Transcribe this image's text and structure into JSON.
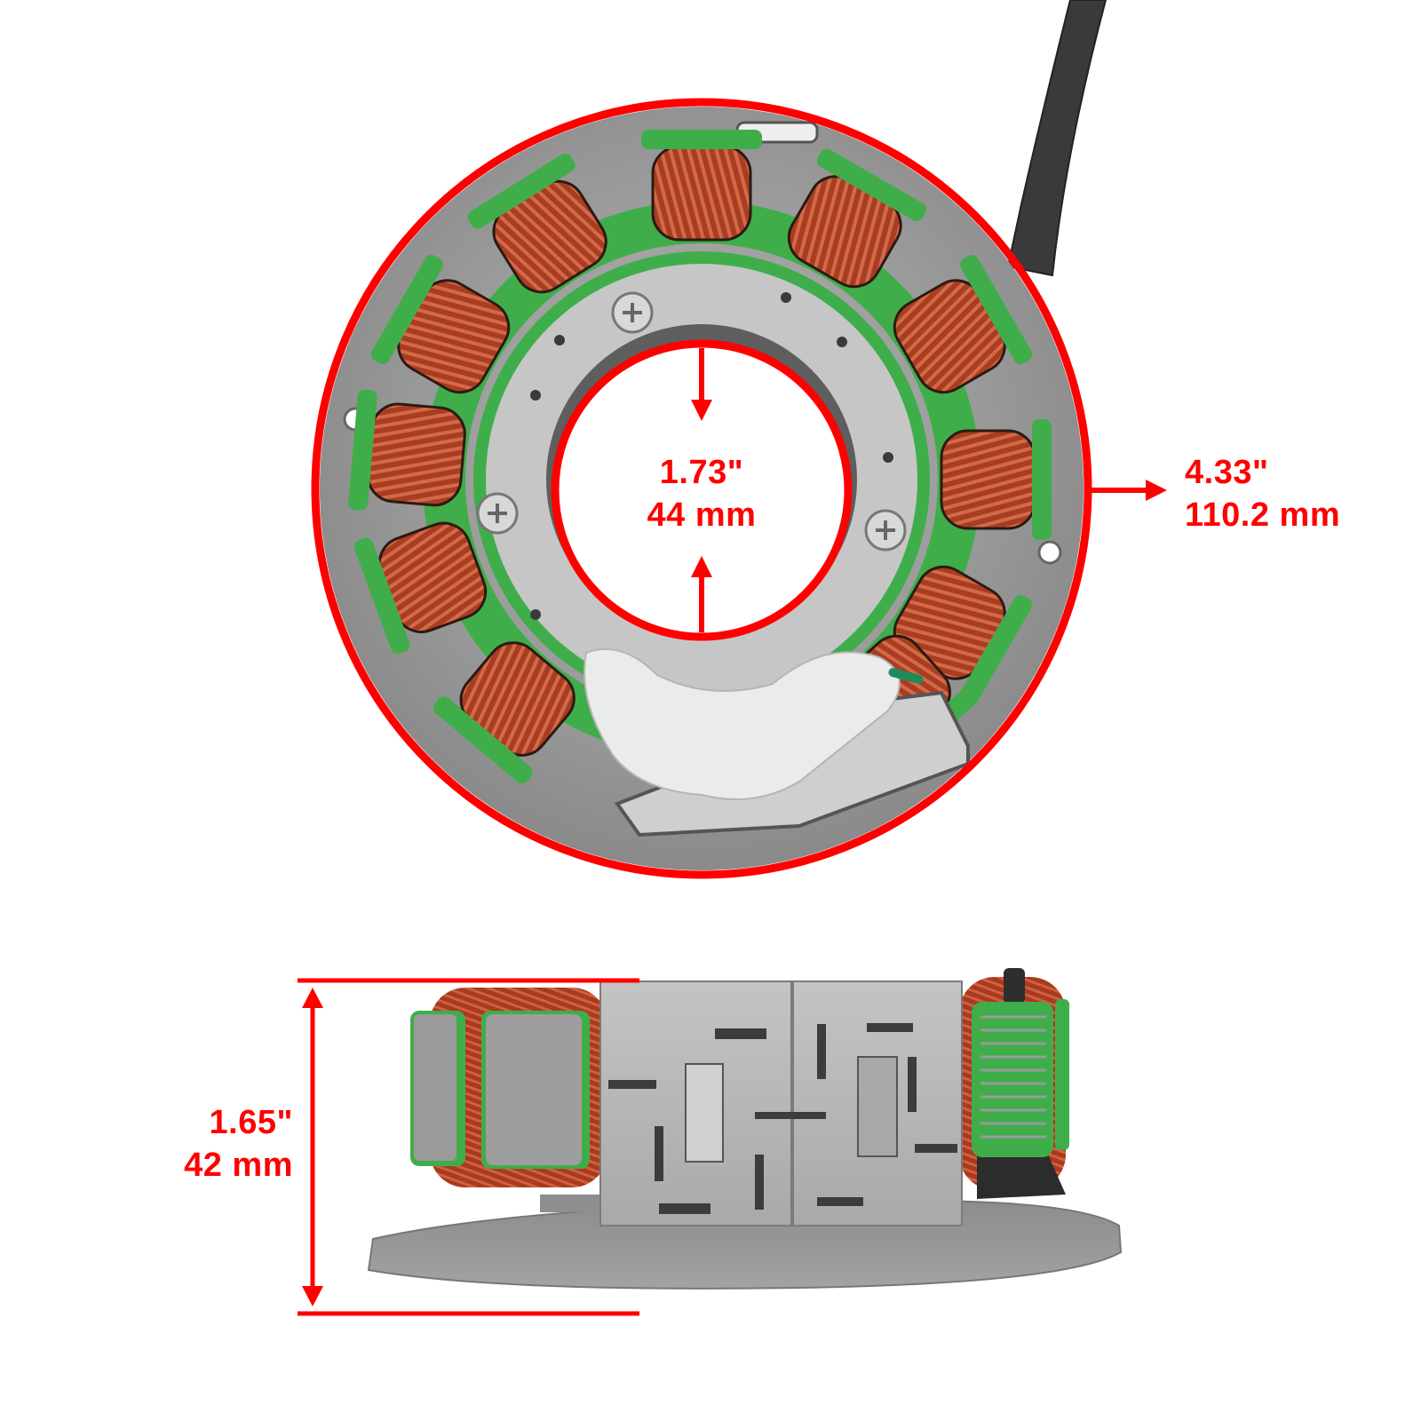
{
  "product": {
    "subject": "stator",
    "views": [
      "top-view",
      "side-view"
    ]
  },
  "colors": {
    "annotation": "#ff0000",
    "background": "#ffffff",
    "metal": "#9b9b9b",
    "copper": "#b5452a",
    "green_insulation": "#3fae4a",
    "white_sealant": "#e9eaea",
    "wire": "#3a3a3a"
  },
  "dimensions": {
    "inner_diameter": {
      "inches": "1.73\"",
      "mm": "44 mm"
    },
    "outer_diameter": {
      "inches": "4.33\"",
      "mm": "110.2 mm"
    },
    "height": {
      "inches": "1.65\"",
      "mm": "42 mm"
    }
  }
}
